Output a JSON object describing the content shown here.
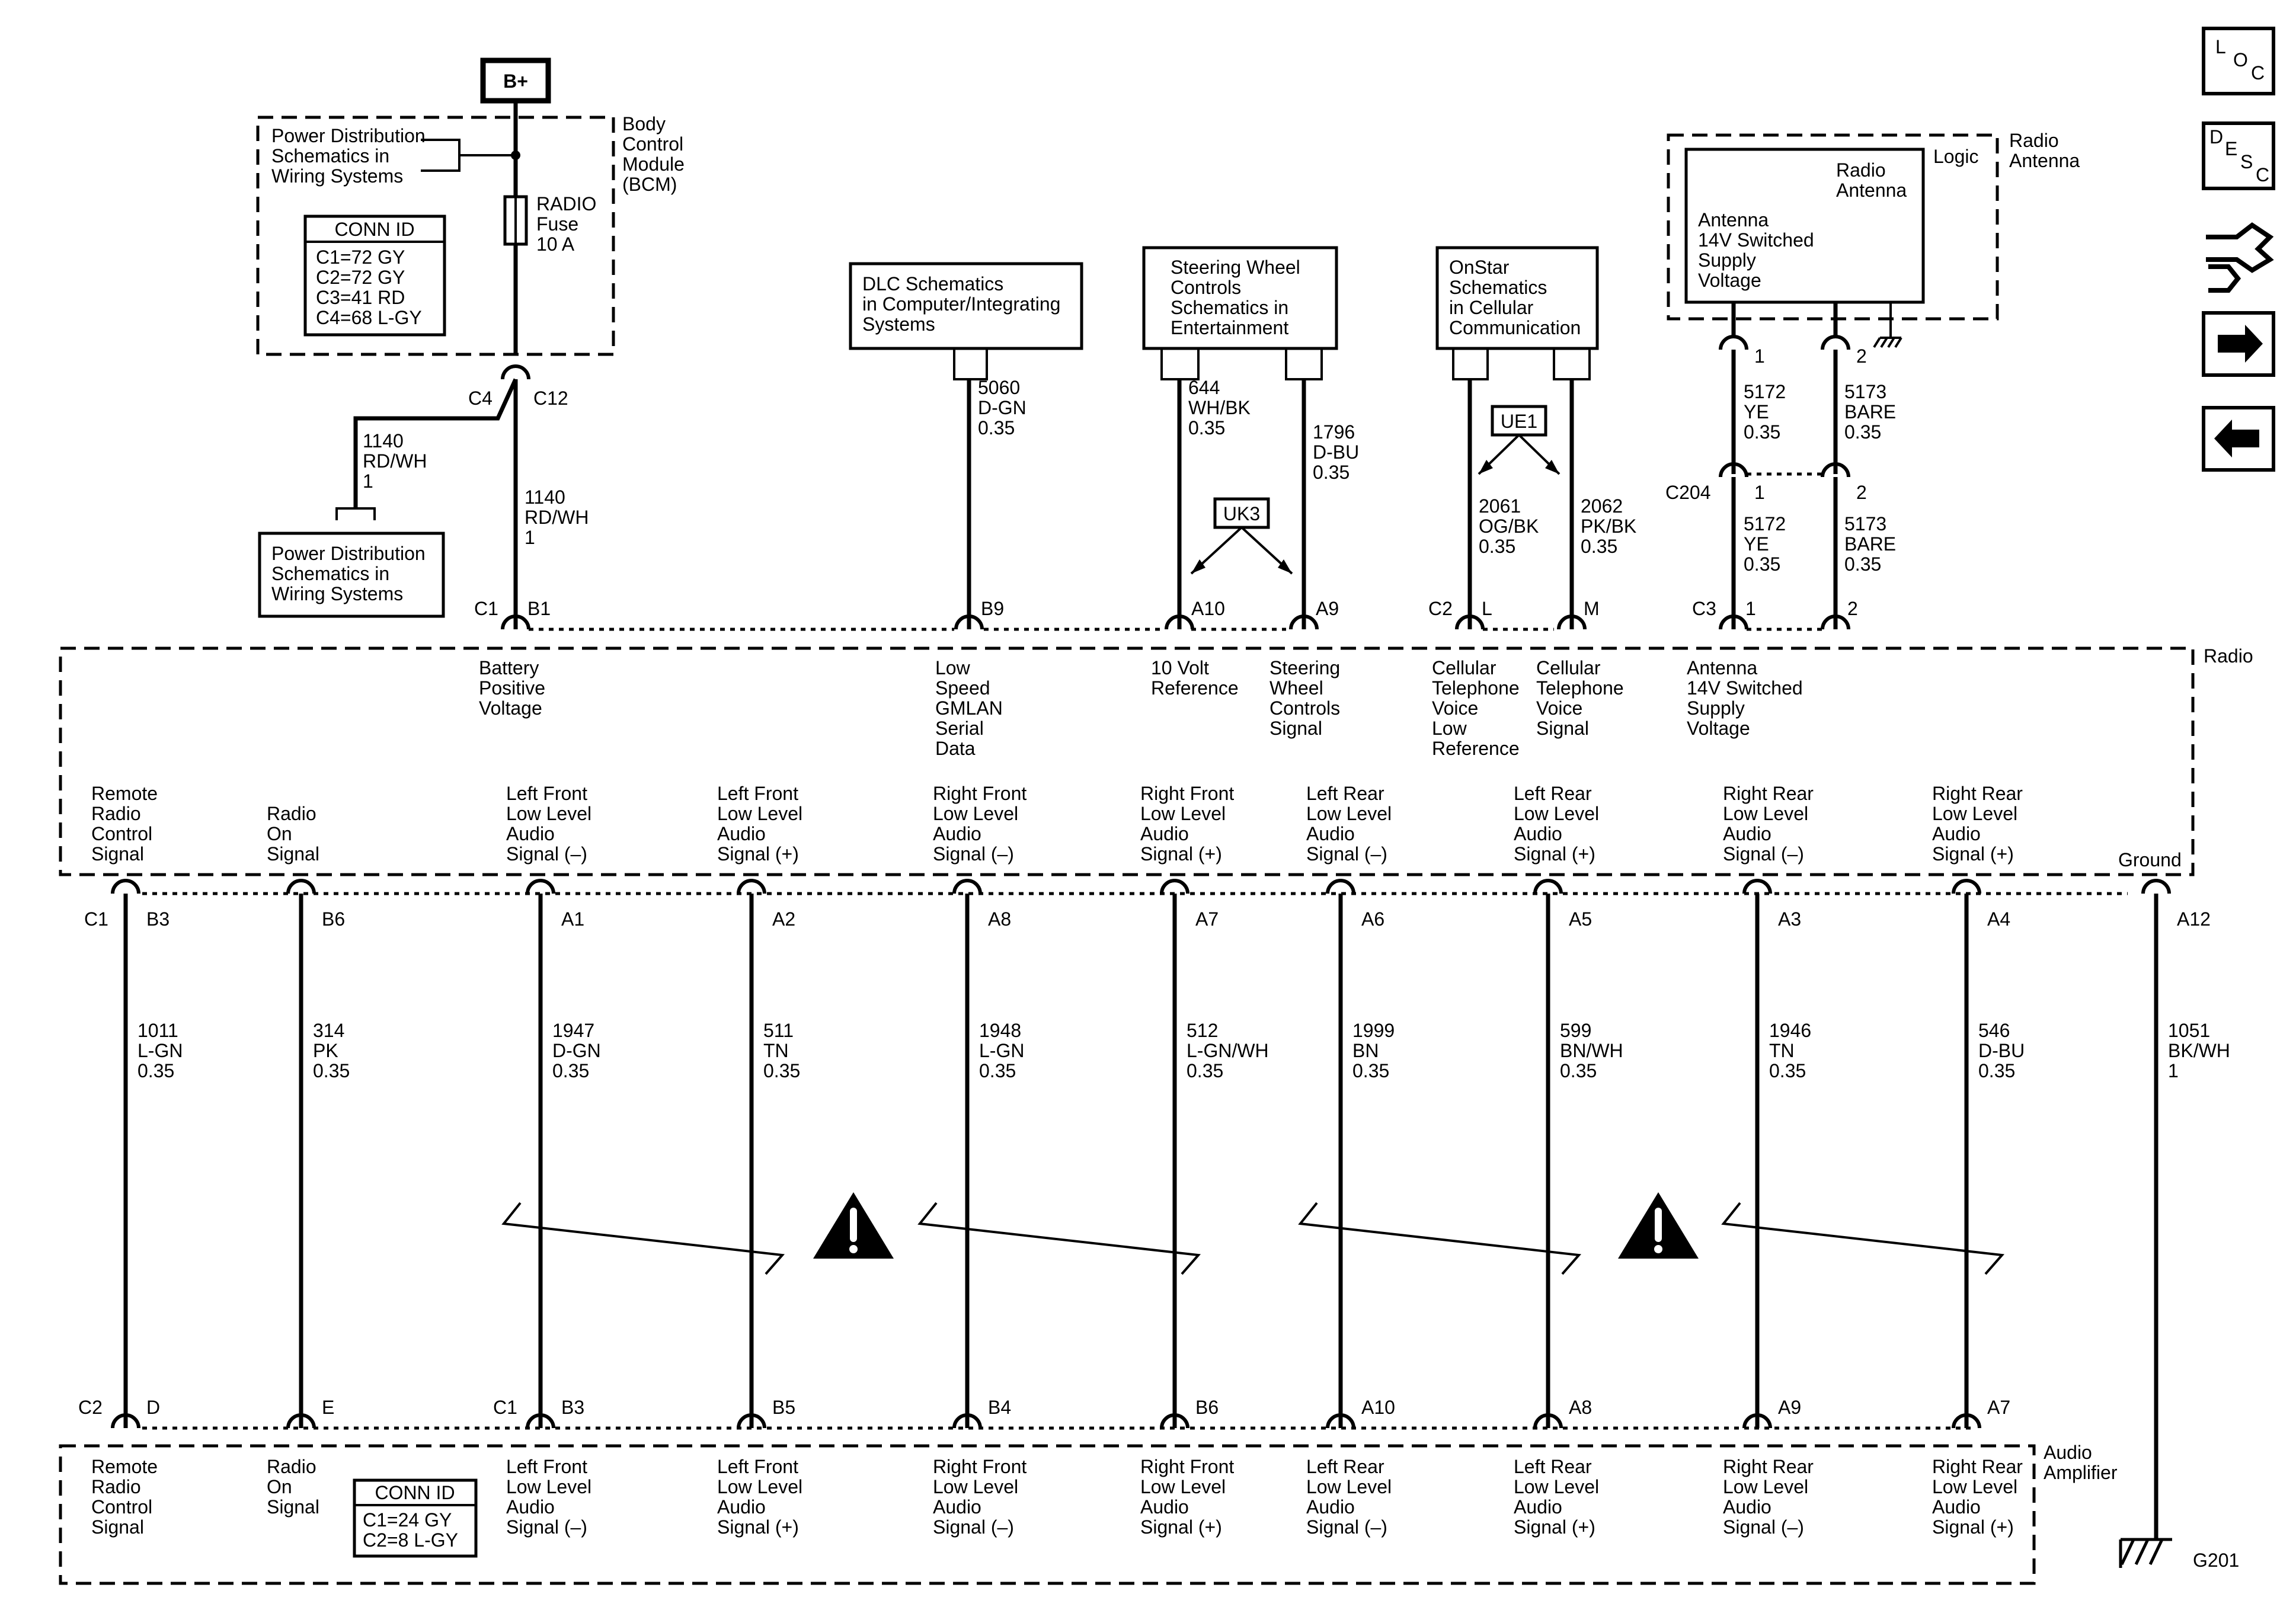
{
  "power": {
    "bplus": "B+"
  },
  "bcm": {
    "name_lines": [
      "Body",
      "Control",
      "Module",
      "(BCM)"
    ],
    "power_ref_lines": [
      "Power Distribution",
      "Schematics in",
      "Wiring Systems"
    ],
    "fuse_lines": [
      "RADIO",
      "Fuse",
      "10 A"
    ],
    "conn_id_title": "CONN ID",
    "conn_id_rows": [
      "C1=72 GY",
      "C2=72 GY",
      "C3=41 RD",
      "C4=68 L-GY"
    ],
    "c4": "C4",
    "c12": "C12",
    "branch_wire": [
      "1140",
      "RD/WH",
      "1"
    ],
    "bottom_ref_lines": [
      "Power Distribution",
      "Schematics in",
      "Wiring Systems"
    ]
  },
  "dlc": {
    "lines": [
      "DLC Schematics",
      "in Computer/Integrating",
      "Systems"
    ]
  },
  "steering": {
    "lines": [
      "Steering Wheel",
      "Controls",
      "Schematics in",
      "Entertainment"
    ],
    "option": "UK3"
  },
  "onstar": {
    "lines": [
      "OnStar",
      "Schematics",
      "in Cellular",
      "Communication"
    ],
    "option": "UE1"
  },
  "antenna": {
    "name_lines": [
      "Radio",
      "Antenna"
    ],
    "logic": "Logic",
    "inner_title": [
      "Radio",
      "Antenna"
    ],
    "inner_body": [
      "Antenna",
      "14V Switched",
      "Supply",
      "Voltage"
    ],
    "pin1": "1",
    "pin2": "2",
    "c204": "C204",
    "pin1b": "1",
    "pin2b": "2"
  },
  "nav": {
    "loc": [
      "L",
      "O",
      "C"
    ],
    "desc": [
      "D",
      "E",
      "S",
      "C"
    ]
  },
  "top_wires": [
    {
      "id": "bat",
      "wire": [
        "1140",
        "RD/WH",
        "1"
      ],
      "conn": "C1",
      "pin": "B1"
    },
    {
      "id": "dlc",
      "wire": [
        "5060",
        "D-GN",
        "0.35"
      ],
      "conn": "",
      "pin": "B9"
    },
    {
      "id": "ref",
      "wire": [
        "644",
        "WH/BK",
        "0.35"
      ],
      "conn": "",
      "pin": "A10"
    },
    {
      "id": "swc",
      "wire": [
        "1796",
        "D-BU",
        "0.35"
      ],
      "conn": "",
      "pin": "A9"
    },
    {
      "id": "cl",
      "wire": [
        "2061",
        "OG/BK",
        "0.35"
      ],
      "conn": "C2",
      "pin": "L"
    },
    {
      "id": "cm",
      "wire": [
        "2062",
        "PK/BK",
        "0.35"
      ],
      "conn": "",
      "pin": "M"
    },
    {
      "id": "a1",
      "wire": [
        "5172",
        "YE",
        "0.35"
      ],
      "conn": "C3",
      "pin": "1"
    },
    {
      "id": "a2",
      "wire": [
        "5173",
        "BARE",
        "0.35"
      ],
      "conn": "",
      "pin": "2"
    }
  ],
  "antenna_upper_wires": [
    [
      "5172",
      "YE",
      "0.35"
    ],
    [
      "5173",
      "BARE",
      "0.35"
    ]
  ],
  "radio": {
    "name": "Radio",
    "top_labels": [
      [
        "Battery",
        "Positive",
        "Voltage"
      ],
      [
        "Low",
        "Speed",
        "GMLAN",
        "Serial",
        "Data"
      ],
      [
        "10 Volt",
        "Reference"
      ],
      [
        "Steering",
        "Wheel",
        "Controls",
        "Signal"
      ],
      [
        "Cellular",
        "Telephone",
        "Voice",
        "Low",
        "Reference"
      ],
      [
        "Cellular",
        "Telephone",
        "Voice",
        "Signal"
      ],
      [
        "Antenna",
        "14V Switched",
        "Supply",
        "Voltage"
      ]
    ],
    "bottom_labels": [
      [
        "Remote",
        "Radio",
        "Control",
        "Signal"
      ],
      [
        "Radio",
        "On",
        "Signal"
      ],
      [
        "Left Front",
        "Low Level",
        "Audio",
        "Signal (–)"
      ],
      [
        "Left Front",
        "Low Level",
        "Audio",
        "Signal (+)"
      ],
      [
        "Right Front",
        "Low Level",
        "Audio",
        "Signal (–)"
      ],
      [
        "Right Front",
        "Low Level",
        "Audio",
        "Signal (+)"
      ],
      [
        "Left Rear",
        "Low Level",
        "Audio",
        "Signal (–)"
      ],
      [
        "Left Rear",
        "Low Level",
        "Audio",
        "Signal (+)"
      ],
      [
        "Right Rear",
        "Low Level",
        "Audio",
        "Signal (–)"
      ],
      [
        "Right Rear",
        "Low Level",
        "Audio",
        "Signal (+)"
      ],
      [
        "Ground"
      ]
    ]
  },
  "lower_wires": [
    {
      "rconn": "C1",
      "rpin": "B3",
      "wire": [
        "1011",
        "L-GN",
        "0.35"
      ],
      "aconn": "C2",
      "apin": "D"
    },
    {
      "rconn": "",
      "rpin": "B6",
      "wire": [
        "314",
        "PK",
        "0.35"
      ],
      "aconn": "",
      "apin": "E"
    },
    {
      "rconn": "",
      "rpin": "A1",
      "wire": [
        "1947",
        "D-GN",
        "0.35"
      ],
      "aconn": "C1",
      "apin": "B3"
    },
    {
      "rconn": "",
      "rpin": "A2",
      "wire": [
        "511",
        "TN",
        "0.35"
      ],
      "aconn": "",
      "apin": "B5"
    },
    {
      "rconn": "",
      "rpin": "A8",
      "wire": [
        "1948",
        "L-GN",
        "0.35"
      ],
      "aconn": "",
      "apin": "B4"
    },
    {
      "rconn": "",
      "rpin": "A7",
      "wire": [
        "512",
        "L-GN/WH",
        "0.35"
      ],
      "aconn": "",
      "apin": "B6"
    },
    {
      "rconn": "",
      "rpin": "A6",
      "wire": [
        "1999",
        "BN",
        "0.35"
      ],
      "aconn": "",
      "apin": "A10"
    },
    {
      "rconn": "",
      "rpin": "A5",
      "wire": [
        "599",
        "BN/WH",
        "0.35"
      ],
      "aconn": "",
      "apin": "A8"
    },
    {
      "rconn": "",
      "rpin": "A3",
      "wire": [
        "1946",
        "TN",
        "0.35"
      ],
      "aconn": "",
      "apin": "A9"
    },
    {
      "rconn": "",
      "rpin": "A4",
      "wire": [
        "546",
        "D-BU",
        "0.35"
      ],
      "aconn": "",
      "apin": "A7"
    },
    {
      "rconn": "",
      "rpin": "A12",
      "wire": [
        "1051",
        "BK/WH",
        "1"
      ],
      "aconn": "",
      "apin": ""
    }
  ],
  "amplifier": {
    "name_lines": [
      "Audio",
      "Amplifier"
    ],
    "conn_id_title": "CONN ID",
    "conn_id_rows": [
      "C1=24 GY",
      "C2=8 L-GY"
    ],
    "labels": [
      [
        "Remote",
        "Radio",
        "Control",
        "Signal"
      ],
      [
        "Radio",
        "On",
        "Signal"
      ],
      [
        "Left Front",
        "Low Level",
        "Audio",
        "Signal (–)"
      ],
      [
        "Left Front",
        "Low Level",
        "Audio",
        "Signal (+)"
      ],
      [
        "Right Front",
        "Low Level",
        "Audio",
        "Signal (–)"
      ],
      [
        "Right Front",
        "Low Level",
        "Audio",
        "Signal (+)"
      ],
      [
        "Left Rear",
        "Low Level",
        "Audio",
        "Signal (–)"
      ],
      [
        "Left Rear",
        "Low Level",
        "Audio",
        "Signal (+)"
      ],
      [
        "Right Rear",
        "Low Level",
        "Audio",
        "Signal (–)"
      ],
      [
        "Right Rear",
        "Low Level",
        "Audio",
        "Signal (+)"
      ]
    ]
  },
  "ground": {
    "name": "G201"
  }
}
